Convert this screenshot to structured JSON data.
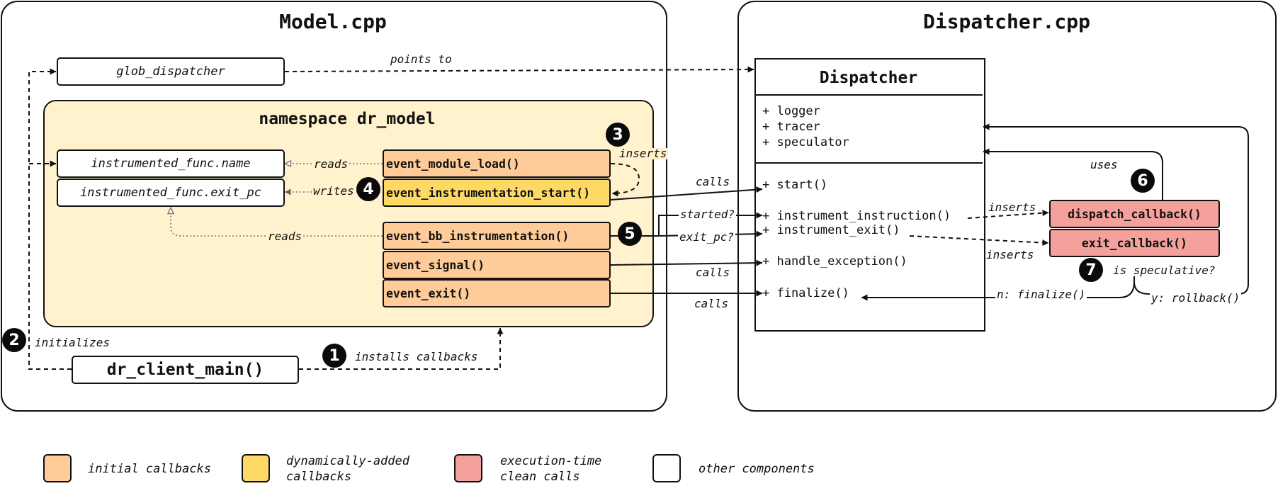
{
  "model_panel": {
    "title": "Model.cpp"
  },
  "dispatcher_panel": {
    "title": "Dispatcher.cpp"
  },
  "glob_dispatcher": "glob_dispatcher",
  "namespace": {
    "title": "namespace dr_model"
  },
  "instrumented_func": {
    "name": "instrumented_func.name",
    "exit_pc": "instrumented_func.exit_pc"
  },
  "events": {
    "module_load": "event_module_load()",
    "instrumentation_start": "event_instrumentation_start()",
    "bb_instrumentation": "event_bb_instrumentation()",
    "signal": "event_signal()",
    "exit": "event_exit()"
  },
  "client_main": "dr_client_main()",
  "dispatcher_class": {
    "name": "Dispatcher",
    "attributes": [
      "+ logger",
      "+ tracer",
      "+ speculator"
    ],
    "methods": [
      "+ start()",
      "+ instrument_instruction()",
      "+ instrument_exit()",
      "+ handle_exception()",
      "+ finalize()"
    ]
  },
  "clean_calls": {
    "dispatch": "dispatch_callback()",
    "exit": "exit_callback()"
  },
  "edge_labels": {
    "points_to": "points to",
    "reads1": "reads",
    "writes": "writes",
    "reads2": "reads",
    "inserts_dyn": "inserts",
    "calls1": "calls",
    "calls2": "calls",
    "calls3": "calls",
    "started": "started?",
    "exit_pc": "exit_pc?",
    "inserts1": "inserts",
    "inserts2": "inserts",
    "uses": "uses",
    "is_speculative": "is speculative?",
    "n_finalize": "n: finalize()",
    "y_rollback": "y: rollback()",
    "initializes": "initializes",
    "installs": "installs callbacks"
  },
  "badges": [
    "1",
    "2",
    "3",
    "4",
    "5",
    "6",
    "7"
  ],
  "legend": [
    {
      "label": "initial callbacks",
      "color": "#ffcc99"
    },
    {
      "label": "dynamically-added\ncallbacks",
      "color": "#ffd966"
    },
    {
      "label": "execution-time\nclean calls",
      "color": "#f4a09c"
    },
    {
      "label": "other components",
      "color": "#ffffff"
    }
  ]
}
